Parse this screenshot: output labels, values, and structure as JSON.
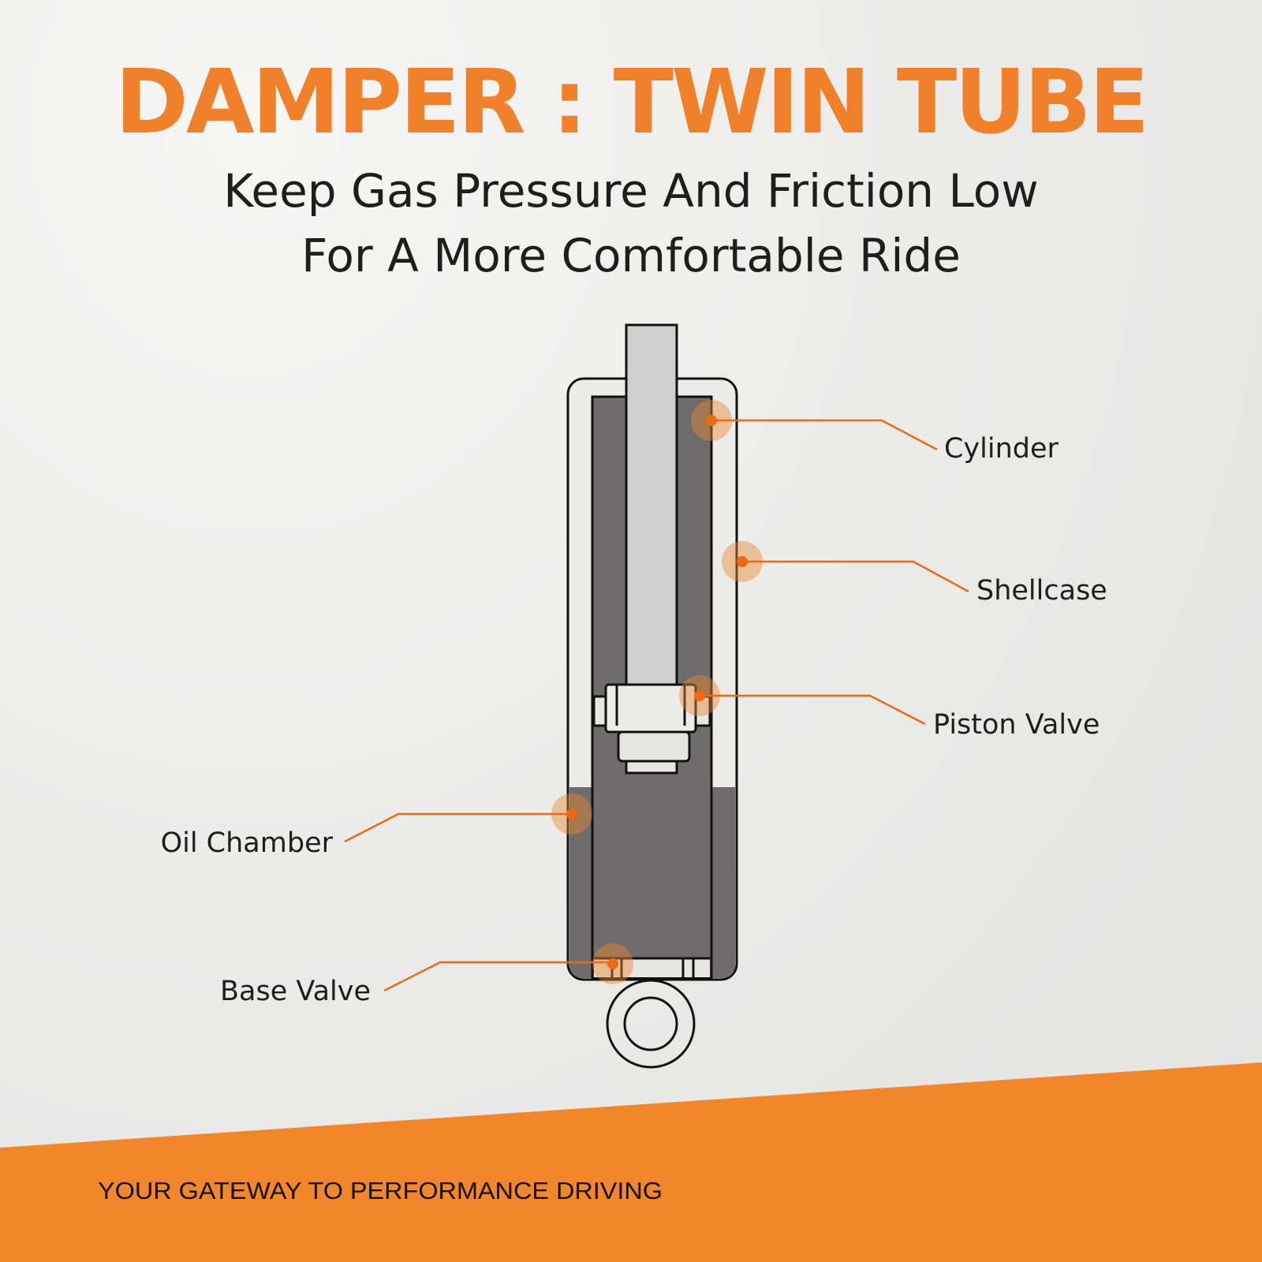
{
  "header": {
    "title": "DAMPER : TWIN TUBE",
    "subtitle_lines": [
      "Keep Gas Pressure And Friction Low",
      "For A More Comfortable Ride"
    ]
  },
  "diagram": {
    "labels": {
      "cylinder": "Cylinder",
      "shellcase": "Shellcase",
      "piston_valve": "Piston Valve",
      "oil_chamber": "Oil Chamber",
      "base_valve": "Base Valve"
    }
  },
  "footer": {
    "tagline": "YOUR GATEWAY TO PERFORMANCE DRIVING"
  },
  "colors": {
    "accent": "#f0812a",
    "oil": "#6e6c6c",
    "rod": "#cfcfcf"
  }
}
